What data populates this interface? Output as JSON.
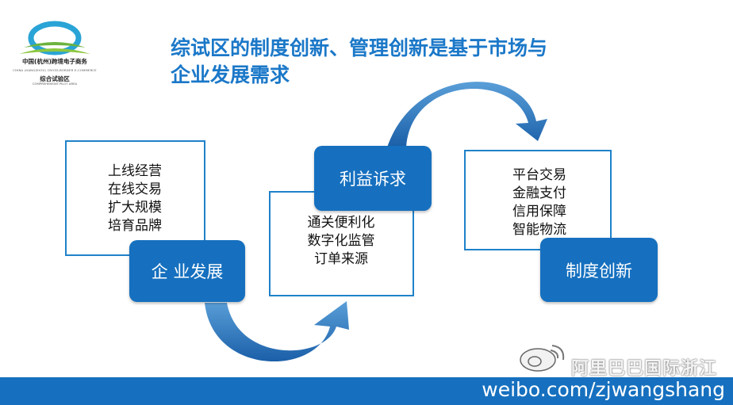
{
  "logo": {
    "line1": "中国(杭州)跨境电子商务",
    "line2": "CHINA (HANGZHOU) CROSS-BORDER E-COMMERCE",
    "line3": "综合试验区",
    "line4": "COMPREHENSIVE PILOT AREA"
  },
  "title": {
    "line1": "综试区的制度创新、管理创新是基于市场与",
    "line2": "企业发展需求"
  },
  "group1": {
    "label": "企  业发展",
    "items": [
      "上线经营",
      "在线交易",
      "扩大规模",
      "培育品牌"
    ]
  },
  "group2": {
    "label": "利益诉求",
    "items": [
      "通关便利化",
      "数字化监管",
      "订单来源"
    ]
  },
  "group3": {
    "label": "制度创新",
    "items": [
      "平台交易",
      "金融支付",
      "信用保障",
      "智能物流"
    ]
  },
  "watermark": {
    "handle": "阿里巴巴国际浙江"
  },
  "footer": {
    "text": "weibo.com/zjwangshang"
  },
  "colors": {
    "title": "#1b78c8",
    "button": "#1670bf",
    "box_border": "#1f82c9",
    "footer": "#1670bf"
  }
}
